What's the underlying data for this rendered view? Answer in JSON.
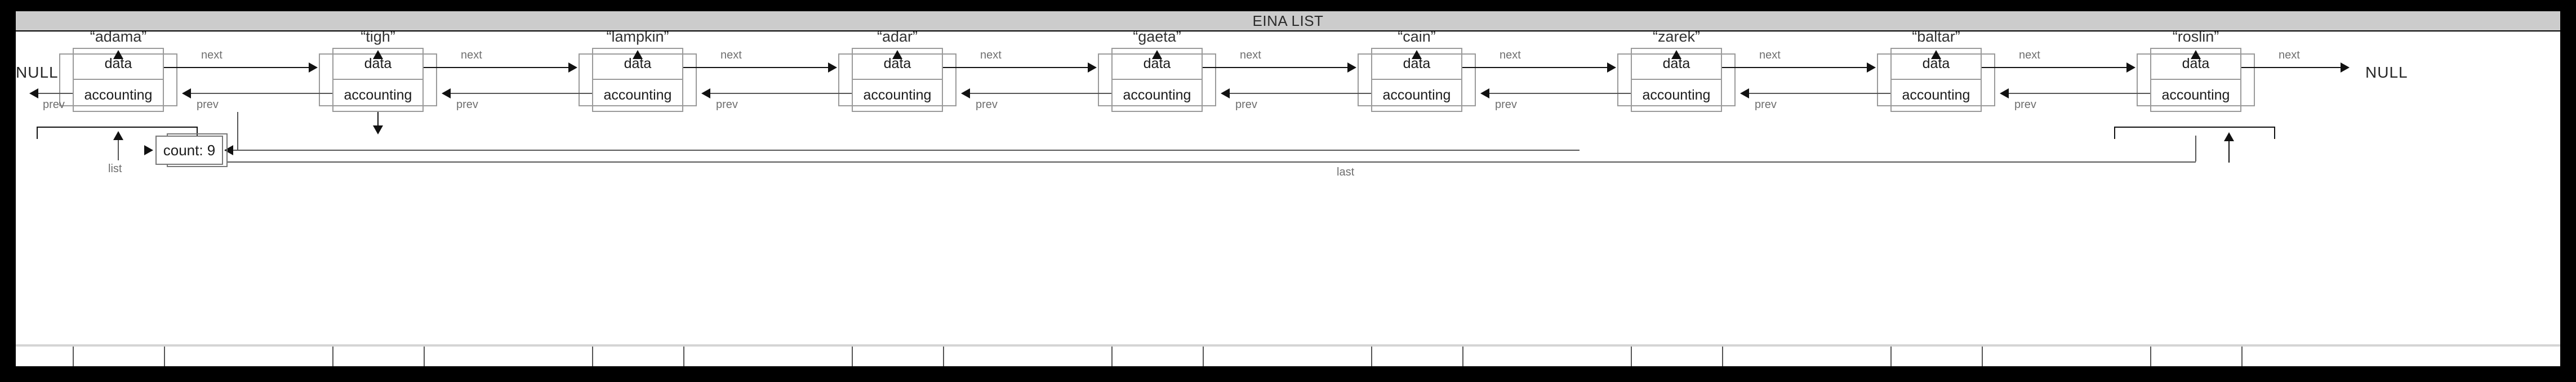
{
  "window": {
    "title": "EINA LIST",
    "titlebar_color": "#cccccc",
    "canvas_color": "#ffffff",
    "frame_color": "#000000"
  },
  "diagram": {
    "type": "doubly-linked-list",
    "left_terminator": "NULL",
    "right_terminator": "NULL",
    "node_row": {
      "data_label": "data",
      "accounting_label": "accounting"
    },
    "link_labels": {
      "next": "next",
      "prev": "prev"
    },
    "head_pointer_label": "list",
    "tail_pointer_label": "last",
    "accounting_box": {
      "count_label": "count: 9",
      "count_value": 9
    },
    "nodes": [
      {
        "index": 0,
        "name": "“adama”",
        "data": "data",
        "accounting": "accounting"
      },
      {
        "index": 1,
        "name": "“tigh”",
        "data": "data",
        "accounting": "accounting"
      },
      {
        "index": 2,
        "name": "“lampkin”",
        "data": "data",
        "accounting": "accounting"
      },
      {
        "index": 3,
        "name": "“adar”",
        "data": "data",
        "accounting": "accounting"
      },
      {
        "index": 4,
        "name": "“gaeta”",
        "data": "data",
        "accounting": "accounting"
      },
      {
        "index": 5,
        "name": "“cain”",
        "data": "data",
        "accounting": "accounting"
      },
      {
        "index": 6,
        "name": "“zarek”",
        "data": "data",
        "accounting": "accounting"
      },
      {
        "index": 7,
        "name": "“baltar”",
        "data": "data",
        "accounting": "accounting"
      },
      {
        "index": 8,
        "name": "“roslin”",
        "data": "data",
        "accounting": "accounting"
      }
    ]
  },
  "colors": {
    "box_stroke": "#9a9a9a",
    "link_stroke": "#555555",
    "text": "#1c1c1c",
    "caption_text": "#6e6e6e"
  }
}
